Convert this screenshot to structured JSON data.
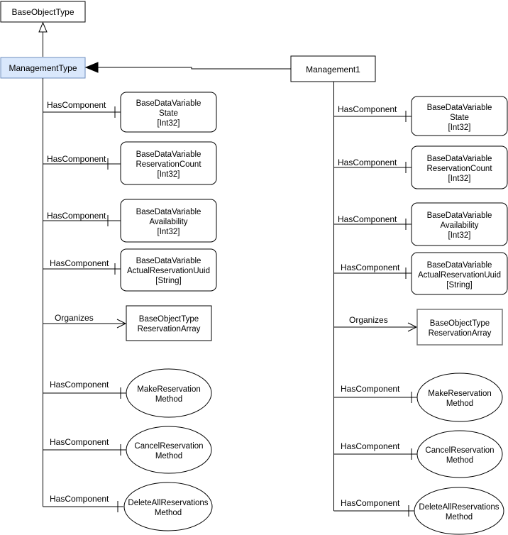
{
  "diagram": {
    "base": {
      "title": "BaseObjectType"
    },
    "management_type": {
      "title": "ManagementType",
      "fill": "#dae8fc",
      "stroke": "#6c8ebf"
    },
    "instance": {
      "title": "Management1"
    },
    "colors": {
      "line": "#000000",
      "box_fill": "#ffffff"
    },
    "left": {
      "state": {
        "rel": "HasComponent",
        "lines": [
          "BaseDataVariable",
          "State",
          "[Int32]"
        ]
      },
      "reservation_count": {
        "rel": "HasComponent",
        "lines": [
          "BaseDataVariable",
          "ReservationCount",
          "[Int32]"
        ]
      },
      "availability": {
        "rel": "HasComponent",
        "lines": [
          "BaseDataVariable",
          "Availability",
          "[Int32]"
        ]
      },
      "actual_uuid": {
        "rel": "HasComponent",
        "lines": [
          "BaseDataVariable",
          "ActualReservationUuid",
          "[String]"
        ]
      },
      "reservation_array": {
        "rel": "Organizes",
        "lines": [
          "BaseObjectType",
          "ReservationArray"
        ]
      },
      "make_reservation": {
        "rel": "HasComponent",
        "lines": [
          "MakeReservation",
          "Method"
        ]
      },
      "cancel_reservation": {
        "rel": "HasComponent",
        "lines": [
          "CancelReservation",
          "Method"
        ]
      },
      "delete_all": {
        "rel": "HasComponent",
        "lines": [
          "DeleteAllReservations",
          "Method"
        ]
      }
    },
    "right": {
      "state": {
        "rel": "HasComponent",
        "lines": [
          "BaseDataVariable",
          "State",
          "[Int32]"
        ]
      },
      "reservation_count": {
        "rel": "HasComponent",
        "lines": [
          "BaseDataVariable",
          "ReservationCount",
          "[Int32]"
        ]
      },
      "availability": {
        "rel": "HasComponent",
        "lines": [
          "BaseDataVariable",
          "Availability",
          "[Int32]"
        ]
      },
      "actual_uuid": {
        "rel": "HasComponent",
        "lines": [
          "BaseDataVariable",
          "ActualReservationUuid",
          "[String]"
        ]
      },
      "reservation_array": {
        "rel": "Organizes",
        "lines": [
          "BaseObjectType",
          "ReservationArray"
        ]
      },
      "make_reservation": {
        "rel": "HasComponent",
        "lines": [
          "MakeReservation",
          "Method"
        ]
      },
      "cancel_reservation": {
        "rel": "HasComponent",
        "lines": [
          "CancelReservation",
          "Method"
        ]
      },
      "delete_all": {
        "rel": "HasComponent",
        "lines": [
          "DeleteAllReservations",
          "Method"
        ]
      }
    }
  }
}
